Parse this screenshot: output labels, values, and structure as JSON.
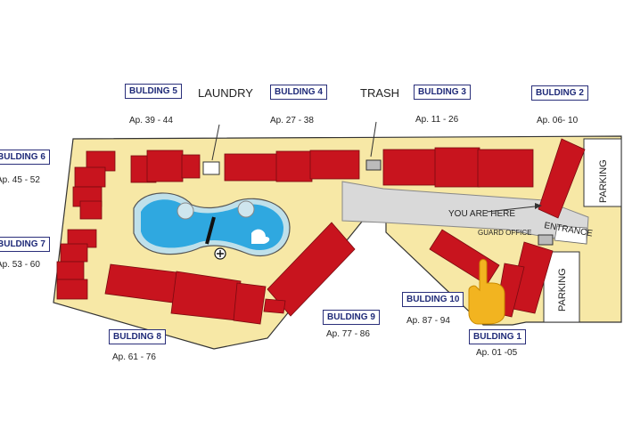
{
  "buildings": [
    {
      "label": "BULDING 5",
      "apartments": "Ap.  39 - 44"
    },
    {
      "label": "BULDING 4",
      "apartments": "Ap.  27 - 38"
    },
    {
      "label": "BULDING 3",
      "apartments": "Ap.  11 - 26"
    },
    {
      "label": "BULDING 2",
      "apartments": "Ap.  06-  10"
    },
    {
      "label": "BULDING 6",
      "apartments": "Ap.  45 - 52"
    },
    {
      "label": "BULDING 7",
      "apartments": "Ap.  53 - 60"
    },
    {
      "label": "BULDING 8",
      "apartments": "Ap.  61 - 76"
    },
    {
      "label": "BULDING 9",
      "apartments": "Ap.  77 - 86"
    },
    {
      "label": "BULDING 10",
      "apartments": "Ap.  87 - 94"
    },
    {
      "label": "BULDING 1",
      "apartments": "Ap. 01  -05"
    }
  ],
  "facilities": {
    "laundry": "LAUNDRY",
    "trash": "TRASH",
    "you_are_here": "YOU ARE HERE",
    "entrance": "ENTRANCE",
    "guard_office": "GUARD OFFICE",
    "parking_top": "PARKING",
    "parking_bottom": "PARKING"
  },
  "colors": {
    "ground": "#f7e8a6",
    "building": "#c8141e",
    "pool": "#2fa8e0",
    "road": "#d9d9d9",
    "label_text": "#1f2a78",
    "pointer": "#f2b420"
  },
  "icons": {
    "pointer": "pointing-hand-icon",
    "first_aid": "plus-circle-icon"
  }
}
